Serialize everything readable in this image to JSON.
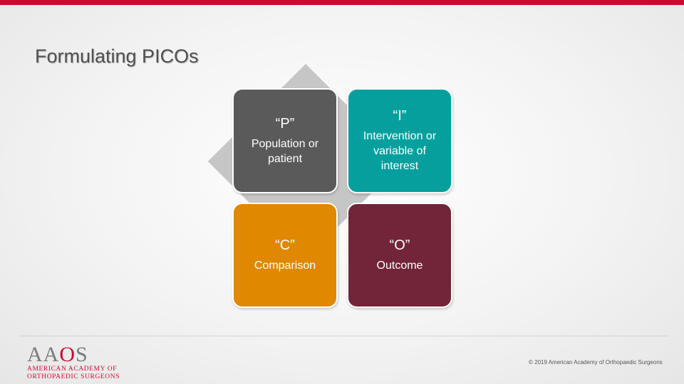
{
  "slide": {
    "title": "Formulating PICOs"
  },
  "tiles": [
    {
      "letter": "“P”",
      "description": "Population or patient",
      "color": "#5a5a5a"
    },
    {
      "letter": "“I”",
      "description": "Intervention or variable of interest",
      "color": "#05a09d"
    },
    {
      "letter": "“C”",
      "description": "Comparison",
      "color": "#df8800"
    },
    {
      "letter": "“O”",
      "description": "Outcome",
      "color": "#722439"
    }
  ],
  "footer": {
    "logo_mark_prefix": "AA",
    "logo_mark_o": "O",
    "logo_mark_suffix": "S",
    "logo_line1": "American Academy of",
    "logo_line2": "Orthopaedic Surgeons",
    "copyright": "© 2019 American Academy of Orthopaedic Surgeons"
  },
  "colors": {
    "accent_bar": "#cc0a2f",
    "diamond": "#c6c6c6"
  }
}
